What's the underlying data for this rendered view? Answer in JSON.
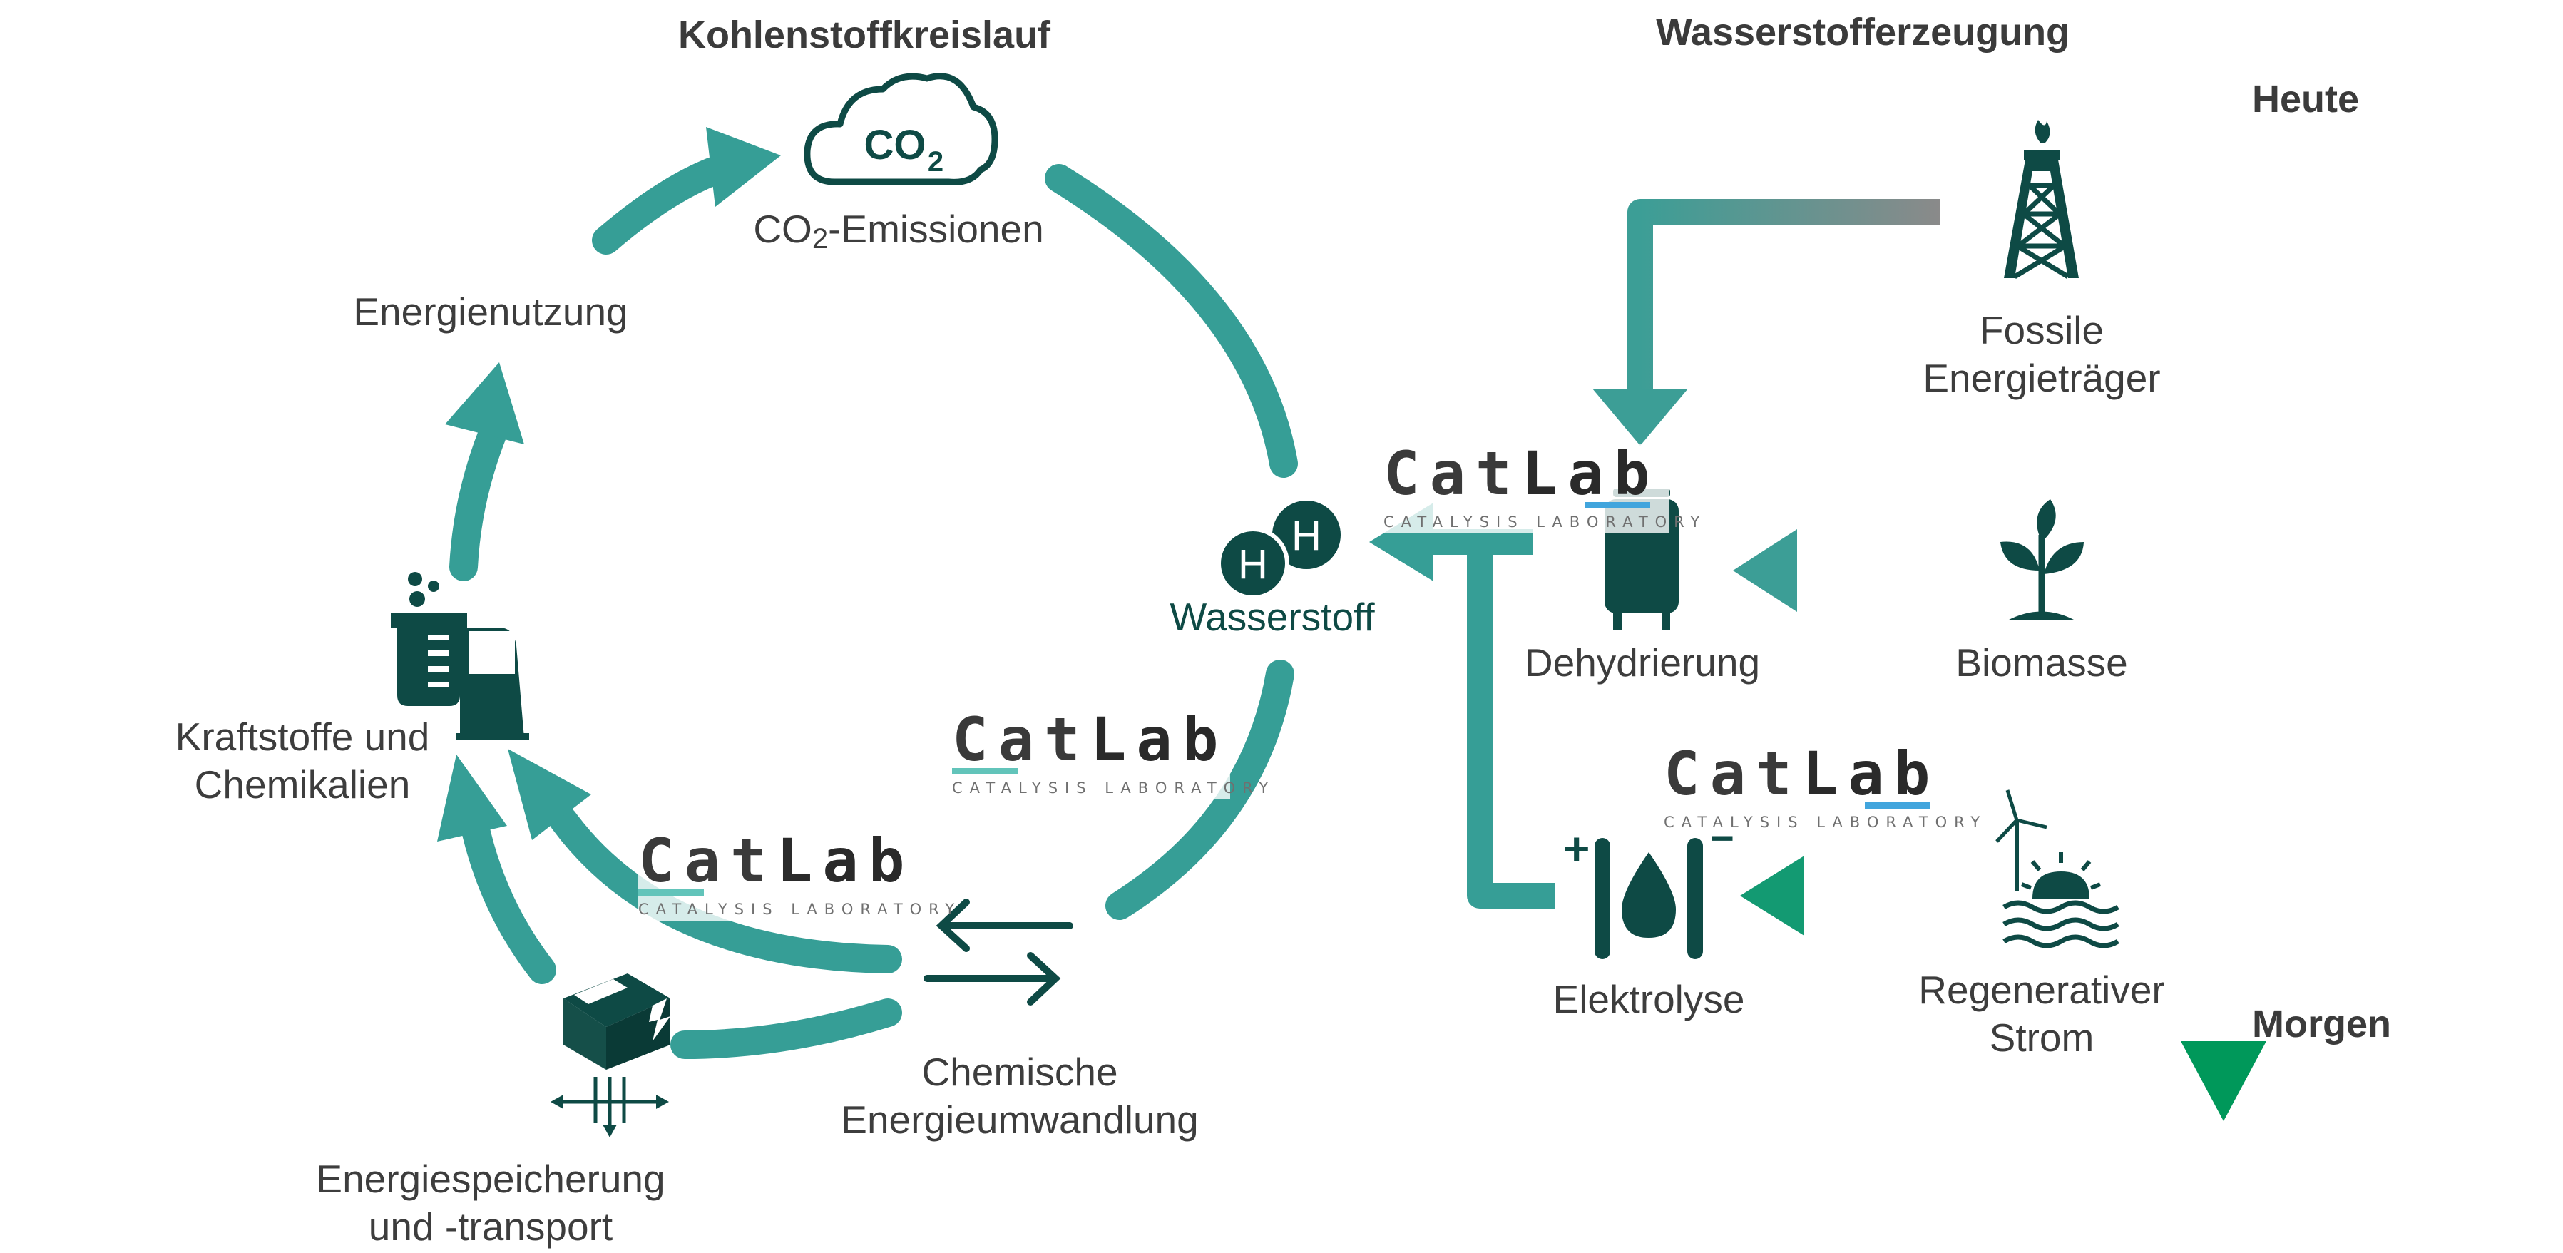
{
  "headings": {
    "carbon_cycle": "Kohlenstoffkreislauf",
    "hydrogen_production": "Wasserstofferzeugung"
  },
  "timeline": {
    "top": "Heute",
    "bottom": "Morgen",
    "colors": {
      "top": "#8a8a8a",
      "bottom": "#00985a"
    }
  },
  "cycle": {
    "co2_cloud_text": "CO",
    "co2_cloud_sub": "2",
    "co2_label_main": "CO",
    "co2_label_sub": "2",
    "co2_label_rest": "-Emissionen",
    "energy_use": "Energienutzung",
    "hydrogen": "Wasserstoff",
    "h_letter": "H",
    "fuels": [
      "Kraftstoffe und",
      "Chemikalien"
    ],
    "storage": [
      "Energiespeicherung",
      "und -transport"
    ],
    "conversion": [
      "Chemische",
      "Energieumwandlung"
    ]
  },
  "production": {
    "dehydrogenation": "Dehydrierung",
    "electrolysis": "Elektrolyse",
    "fossil": [
      "Fossile",
      "Energieträger"
    ],
    "biomass": "Biomasse",
    "renewable": [
      "Regenerativer",
      "Strom"
    ],
    "plus": "+",
    "minus": "−"
  },
  "watermark": {
    "word_a": "Cat",
    "word_b": "Lab",
    "subtitle": "CATALYSIS LABORATORY"
  },
  "colors": {
    "teal": "#369e96",
    "dark_teal": "#0e4a45",
    "green": "#0f9669",
    "gray": "#8a8a8a",
    "bar_light": "#62c4ba",
    "bar_blue": "#41a5dd"
  },
  "icons": [
    "co2-cloud-icon",
    "hydrogen-molecule-icon",
    "beaker-fuel-pump-icon",
    "storage-box-icon",
    "exchange-arrows-icon",
    "tank-icon",
    "oil-rig-icon",
    "plant-icon",
    "electrolyzer-icon",
    "wind-solar-icon"
  ]
}
